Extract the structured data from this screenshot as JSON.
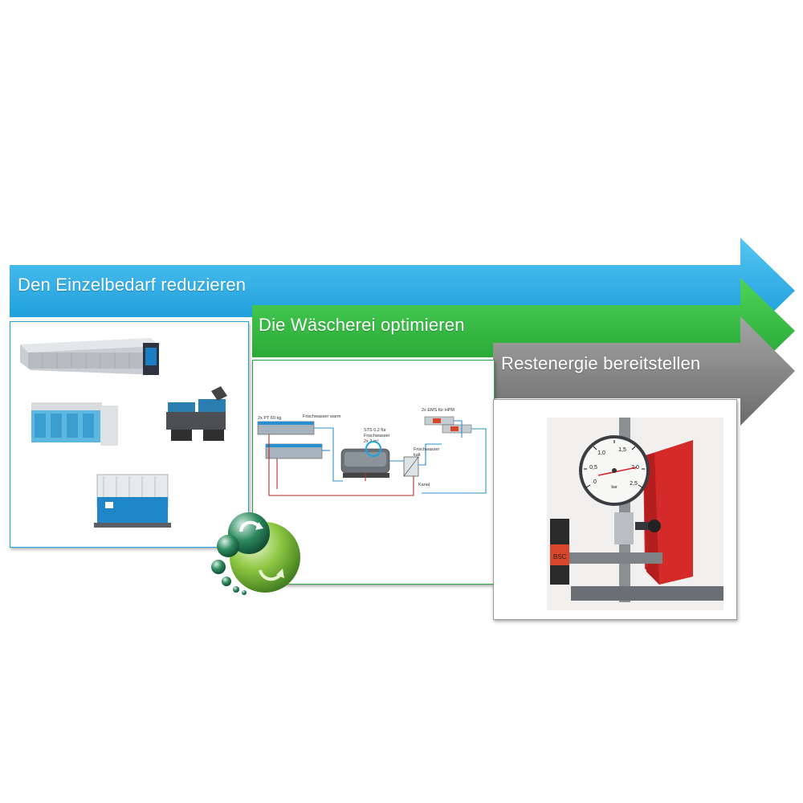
{
  "arrows": [
    {
      "label": "Den Einzelbedarf reduzieren",
      "color": "#1aa6e2"
    },
    {
      "label": "Die Wäscherei optimieren",
      "color": "#2fb53c"
    },
    {
      "label": "Restenergie bereitstellen",
      "color": "#7f7f7f"
    }
  ],
  "diagram": {
    "pt_label": "2x PT 60 kg",
    "fresh_warm": "Frischwasser warm",
    "sts_label": "STS 0.2 für",
    "sts_label2": "Frischwasser",
    "sts_label3": "2x 2 m³",
    "ems_label": "2x EMS für HPM",
    "fresh_cold": "Frischwasser",
    "fresh_cold2": "kalt",
    "canal": "Kanal"
  },
  "gauge": {
    "ticks": [
      "0,5",
      "1,0",
      "1,5",
      "2,0",
      "2,5",
      "0"
    ],
    "unit": "bar",
    "sensor_label": "BSC"
  }
}
